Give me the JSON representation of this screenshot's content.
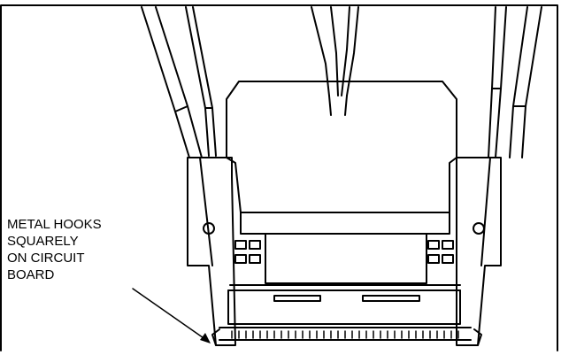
{
  "callout": {
    "lines": [
      "METAL HOOKS",
      "SQUARELY",
      "ON CIRCUIT",
      "BOARD"
    ]
  },
  "colors": {
    "ink": "#000000",
    "paper": "#ffffff"
  },
  "icons": {
    "pivot": "circle-hole-icon"
  }
}
